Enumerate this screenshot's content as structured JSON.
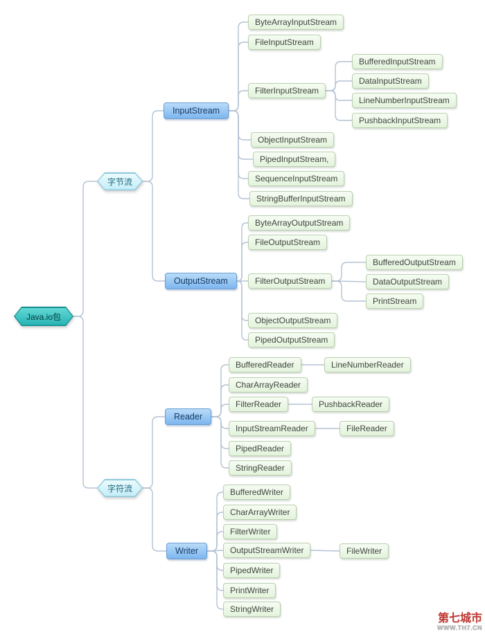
{
  "palette": {
    "root_node": "#2cb8b8",
    "branch_node": "#cdeef8",
    "class_node": "#85bbee",
    "leaf_node": "#e9f5e4",
    "connector": "#b3c2d3",
    "watermark_red": "#c43a34"
  },
  "tree": {
    "label": "Java.io包",
    "children": [
      {
        "label": "字节流",
        "children": [
          {
            "label": "InputStream",
            "children": [
              {
                "label": "ByteArrayInputStream"
              },
              {
                "label": "FileInputStream"
              },
              {
                "label": "FilterInputStream",
                "children": [
                  {
                    "label": "BufferedInputStream"
                  },
                  {
                    "label": "DataInputStream"
                  },
                  {
                    "label": "LineNumberInputStream"
                  },
                  {
                    "label": "PushbackInputStream"
                  }
                ]
              },
              {
                "label": "ObjectInputStream"
              },
              {
                "label": "PipedInputStream,"
              },
              {
                "label": "SequenceInputStream"
              },
              {
                "label": "StringBufferInputStream"
              }
            ]
          },
          {
            "label": "OutputStream",
            "children": [
              {
                "label": "ByteArrayOutputStream"
              },
              {
                "label": "FileOutputStream"
              },
              {
                "label": "FilterOutputStream",
                "children": [
                  {
                    "label": "BufferedOutputStream"
                  },
                  {
                    "label": "DataOutputStream"
                  },
                  {
                    "label": "PrintStream"
                  }
                ]
              },
              {
                "label": "ObjectOutputStream"
              },
              {
                "label": "PipedOutputStream"
              }
            ]
          }
        ]
      },
      {
        "label": "字符流",
        "children": [
          {
            "label": "Reader",
            "children": [
              {
                "label": "BufferedReader",
                "children": [
                  {
                    "label": "LineNumberReader"
                  }
                ]
              },
              {
                "label": "CharArrayReader"
              },
              {
                "label": "FilterReader",
                "children": [
                  {
                    "label": "PushbackReader"
                  }
                ]
              },
              {
                "label": "InputStreamReader",
                "children": [
                  {
                    "label": "FileReader"
                  }
                ]
              },
              {
                "label": "PipedReader"
              },
              {
                "label": "StringReader"
              }
            ]
          },
          {
            "label": "Writer",
            "children": [
              {
                "label": "BufferedWriter"
              },
              {
                "label": "CharArrayWriter"
              },
              {
                "label": "FilterWriter"
              },
              {
                "label": "OutputStreamWriter",
                "children": [
                  {
                    "label": "FileWriter"
                  }
                ]
              },
              {
                "label": "PipedWriter"
              },
              {
                "label": "PrintWriter"
              },
              {
                "label": "StringWriter"
              }
            ]
          }
        ]
      }
    ]
  },
  "watermark": {
    "line1": "第七城市",
    "line2": "WWW.TH7.CN"
  }
}
